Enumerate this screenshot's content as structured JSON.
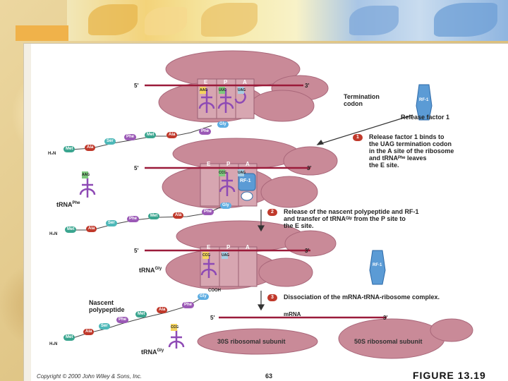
{
  "labels": {
    "five_prime": "5'",
    "three_prime": "3'",
    "site_e": "E",
    "site_p": "P",
    "site_a": "A",
    "termination_codon": "Termination\ncodon",
    "release_factor": "Release factor 1",
    "rf1": "RF-1",
    "trna_phe": "tRNA",
    "trna_phe_sup": "Phe",
    "trna_gly": "tRNA",
    "trna_gly_sup": "Gly",
    "nascent_polypeptide": "Nascent\npolypeptide",
    "cooh": "COOH",
    "h2n": "H₂N",
    "mrna": "mRNA",
    "subunit_30s": "30S ribosomal subunit",
    "subunit_50s": "50S ribosomal subunit"
  },
  "amino_acids": {
    "met": "Met",
    "ala": "Ala",
    "ser": "Ser",
    "phe": "Phe",
    "gly": "Gly"
  },
  "codons": {
    "aag": "AAG",
    "uuc": "UUC",
    "ccg": "CCG",
    "uag": "UAG"
  },
  "steps": [
    {
      "num": "1",
      "text": "Release factor 1 binds to\nthe UAG termination codon\nin the A site of the ribosome\nand tRNAᴾʰᵉ leaves\nthe E site."
    },
    {
      "num": "2",
      "text": "Release of the nascent polypeptide and RF-1\nand transfer of tRNAᴳˡʸ from the P site to\nthe E site."
    },
    {
      "num": "3",
      "text": "Dissociation of the mRNA-tRNA-ribosome complex."
    }
  ],
  "footer": {
    "copyright": "Copyright © 2000 John Wiley & Sons, Inc.",
    "page": "63",
    "figure": "FIGURE  13.19"
  },
  "colors": {
    "ribosome": "#c98a98",
    "ribosome_dark": "#a9677a",
    "mrna": "#9b1b3a",
    "trna": "#8e4ab5",
    "rf1": "#5b9bd5",
    "met": "#3aa58f",
    "ala": "#c0392b",
    "ser": "#4db8b8",
    "phe": "#9b59b6",
    "gly": "#5dade2",
    "badge": "#c0392b"
  }
}
